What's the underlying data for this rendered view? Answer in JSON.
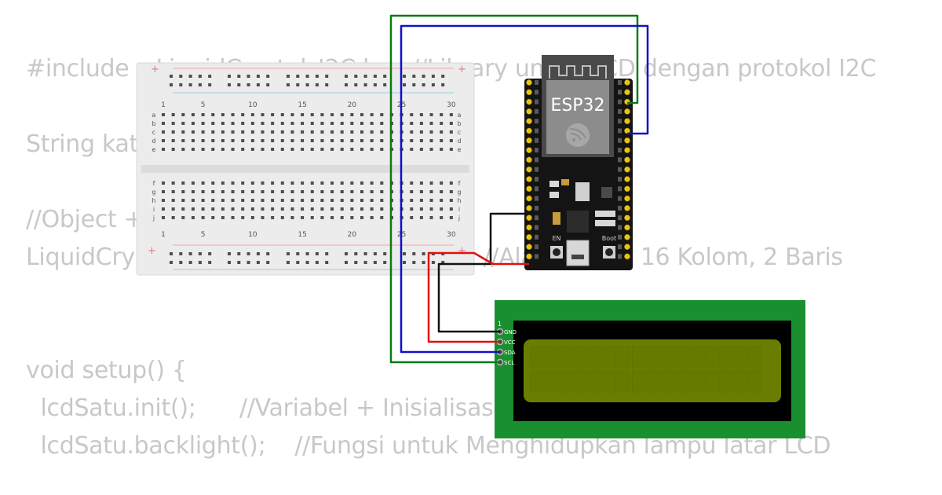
{
  "code_lines": [
    "#include <LiquidCrystal_I2C.h>  //Library untuk LCD dengan protokol I2C",
    "",
    "String kata",
    "",
    "//Object +",
    "LiquidCrystal_I2C lcdSatu(0x27, 16, 2); //Alamat I2C, 16 Kolom, 2 Baris",
    "",
    "",
    "void setup() {",
    "  lcdSatu.init();      //Variabel + Inisialisasi",
    "  lcdSatu.backlight();    //Fungsi untuk Menghidupkan lampu latar LCD"
  ],
  "breadboard": {
    "top_numbers": [
      "1",
      "5",
      "10",
      "15",
      "20",
      "25",
      "30"
    ],
    "bottom_numbers": [
      "1",
      "5",
      "10",
      "15",
      "20",
      "25",
      "30"
    ],
    "rows_top": [
      "a",
      "b",
      "c",
      "d",
      "e"
    ],
    "rows_bottom": [
      "f",
      "g",
      "h",
      "i",
      "j"
    ],
    "plus": "+"
  },
  "esp32": {
    "label": "ESP32",
    "en_label": "EN",
    "boot_label": "Boot"
  },
  "lcd": {
    "pin_number": "1",
    "pins": [
      "GND",
      "VCC",
      "SDA",
      "SCL"
    ]
  },
  "wire_colors": {
    "scl": "#0a7a12",
    "sda": "#1010c8",
    "vcc": "#e01010",
    "gnd": "#111111"
  }
}
